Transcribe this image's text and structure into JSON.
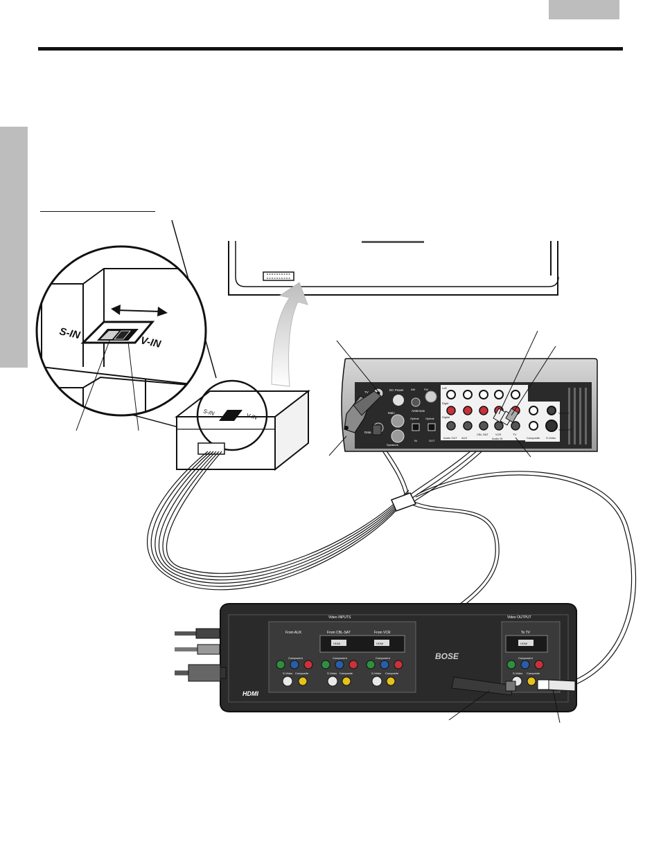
{
  "page": {
    "section_tab_label": "",
    "corner_badge_label": "",
    "heading": ""
  },
  "figure": {
    "switch_labels": {
      "s_in": "S-IN",
      "v_in": "V-IN"
    },
    "adapter_labels": {
      "s_in": "S-IN",
      "v_in": "V-IN"
    },
    "media_center": {
      "tv_jack": "TV",
      "dc_power": "DC Power",
      "antennas": "Antennas",
      "am": "AM",
      "fm": "FM",
      "main": "Main",
      "speakers": "Speakers",
      "data": "Data",
      "optical_1": "Optical",
      "optical_2": "Optical",
      "left": "Left",
      "right": "Right",
      "digital": "Digital",
      "in": "IN",
      "out": "OUT",
      "audio_out": "Audio OUT",
      "aux": "AUX",
      "cbl_sat": "CBL-SAT",
      "vcr": "VCR",
      "audio_in": "Audio IN",
      "tv": "TV",
      "composite": "Composite",
      "s_video": "S-Video",
      "video_in": "Video IN",
      "video_out": "Video OUT"
    },
    "hdmi_unit": {
      "video_inputs": "Video INPUTS",
      "video_output": "Video OUTPUT",
      "from_aux": "From AUX",
      "from_cbl_sat": "From CBL-SAT",
      "from_vcr": "From VCR",
      "to_tv": "To TV",
      "hdmi": "HDMI",
      "component": "Component",
      "s_video": "S-Video",
      "composite": "Composite",
      "brand": "BOSE",
      "hdmi_logo": "HDMI"
    },
    "colors": {
      "panel_dark": "#2a2a2a",
      "jack_green": "#2f8f3f",
      "jack_blue": "#2a5da8",
      "jack_red": "#c8323a",
      "jack_yellow": "#e6c21a",
      "jack_white": "#e8e8e8",
      "arrow_gray": "#c9c9c9"
    }
  }
}
